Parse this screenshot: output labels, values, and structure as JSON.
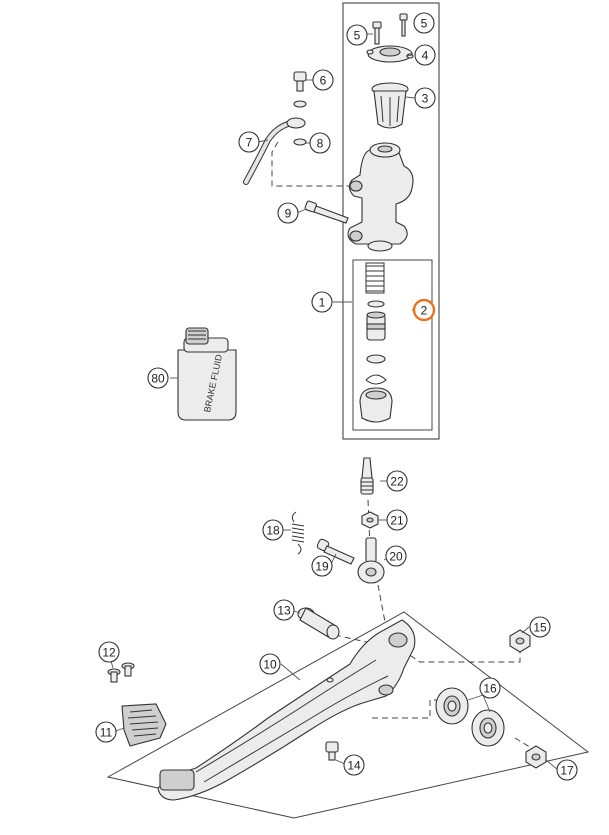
{
  "callouts": [
    {
      "label": "1"
    },
    {
      "label": "2",
      "highlight": true
    },
    {
      "label": "3"
    },
    {
      "label": "4"
    },
    {
      "label": "5"
    },
    {
      "label": "5"
    },
    {
      "label": "6"
    },
    {
      "label": "7"
    },
    {
      "label": "8"
    },
    {
      "label": "9"
    },
    {
      "label": "10"
    },
    {
      "label": "11"
    },
    {
      "label": "12"
    },
    {
      "label": "13"
    },
    {
      "label": "14"
    },
    {
      "label": "15"
    },
    {
      "label": "16"
    },
    {
      "label": "17"
    },
    {
      "label": "18"
    },
    {
      "label": "19"
    },
    {
      "label": "20"
    },
    {
      "label": "21"
    },
    {
      "label": "22"
    },
    {
      "label": "80"
    }
  ],
  "can_label": "BRAKE FLUID",
  "highlight_color": "#e8731a"
}
